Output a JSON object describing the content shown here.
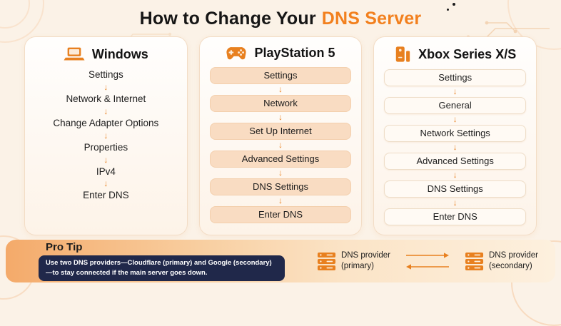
{
  "title": {
    "prefix": "How to Change Your",
    "highlight": "DNS Server"
  },
  "cards": [
    {
      "platform": "Windows",
      "icon": "laptop-icon",
      "steps": [
        "Settings",
        "Network & Internet",
        "Change Adapter Options",
        "Properties",
        "IPv4",
        "Enter DNS"
      ]
    },
    {
      "platform": "PlayStation 5",
      "icon": "gamepad-icon",
      "steps": [
        "Settings",
        "Network",
        "Set Up Internet",
        "Advanced Settings",
        "DNS Settings",
        "Enter DNS"
      ]
    },
    {
      "platform": "Xbox Series X/S",
      "icon": "console-icon",
      "steps": [
        "Settings",
        "General",
        "Network Settings",
        "Advanced Settings",
        "DNS Settings",
        "Enter DNS"
      ]
    }
  ],
  "glyphs": {
    "down_arrow": "↓"
  },
  "icons": {
    "windows": "laptop-icon",
    "playstation": "gamepad-icon",
    "xbox": "console-icon",
    "provider": "server-icon",
    "step_arrow": "down-arrow-icon",
    "flow_right": "arrow-right-icon",
    "flow_left": "arrow-left-icon"
  },
  "pro_tip": {
    "title": "Pro Tip",
    "body": "Use two DNS providers—Cloudflare (primary) and Google (secondary)—to stay connected if the main server goes down."
  },
  "providers": [
    {
      "icon": "server-icon",
      "label": "DNS provider",
      "sublabel": "(primary)"
    },
    {
      "icon": "server-icon",
      "label": "DNS provider",
      "sublabel": "(secondary)"
    }
  ],
  "colors": {
    "accent": "#ee7b1e",
    "background": "#fbf2e7",
    "tip_box": "#20284a"
  }
}
